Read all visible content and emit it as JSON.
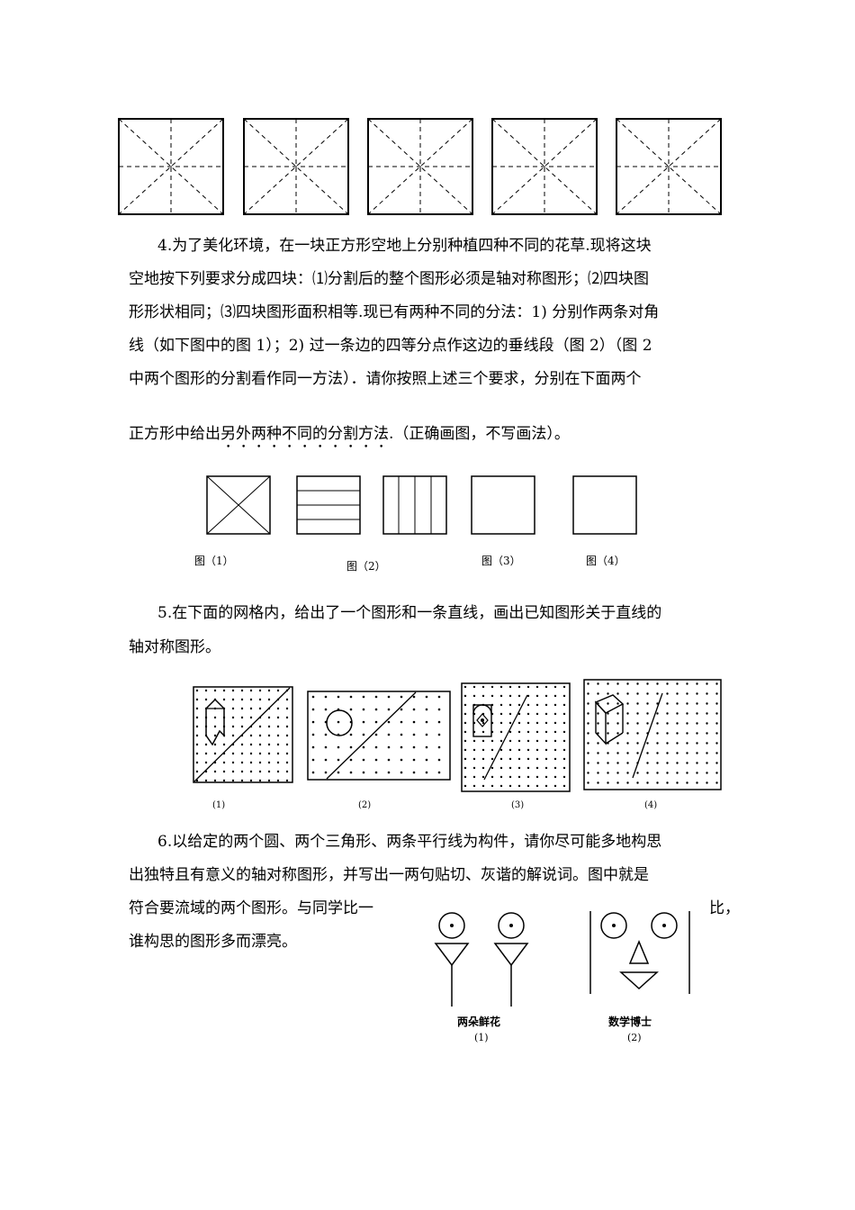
{
  "top_grids": {
    "count": 5,
    "style": "dashed-mi-grid"
  },
  "q4": {
    "lines": [
      "4.为了美化环境，在一块正方形空地上分别种植四种不同的花草.现将这块",
      "空地按下列要求分成四块：⑴分割后的整个图形必须是轴对称图形；⑵四块图",
      "形形状相同；⑶四块图形面积相等.现已有两种不同的分法：1) 分别作两条对角",
      "线（如下图中的图 1）；2) 过一条边的四等分点作这边的垂线段（图 2）（图 2",
      "中两个图形的分割看作同一方法）．请你按照上述三个要求，分别在下面两个"
    ],
    "last_line_prefix": "正方形中给出",
    "last_line_emph": "另外两种不同的分割方法",
    "last_line_suffix": ".（正确画图，不写画法）。",
    "figure_captions": [
      "图（1）",
      "图（2）",
      "图（3）",
      "图（4）"
    ]
  },
  "q5": {
    "lines": [
      "5.在下面的网格内，给出了一个图形和一条直线，画出已知图形关于直线的",
      "轴对称图形。"
    ],
    "figure_captions": [
      "(1)",
      "(2)",
      "(3)",
      "(4)"
    ]
  },
  "q6": {
    "lines": [
      "6.以给定的两个圆、两个三角形、两条平行线为构件，请你尽可能多地构思",
      "出独特且有意义的轴对称图形，并写出一两句贴切、灰谐的解说词。图中就是",
      "符合要流域的两个图形。与同学比一",
      "谁构思的图形多而漂亮。"
    ],
    "line3_tail": "比，",
    "figure_titles": [
      "两朵鲜花",
      "数学博士"
    ],
    "figure_captions": [
      "(1)",
      "(2)"
    ]
  }
}
